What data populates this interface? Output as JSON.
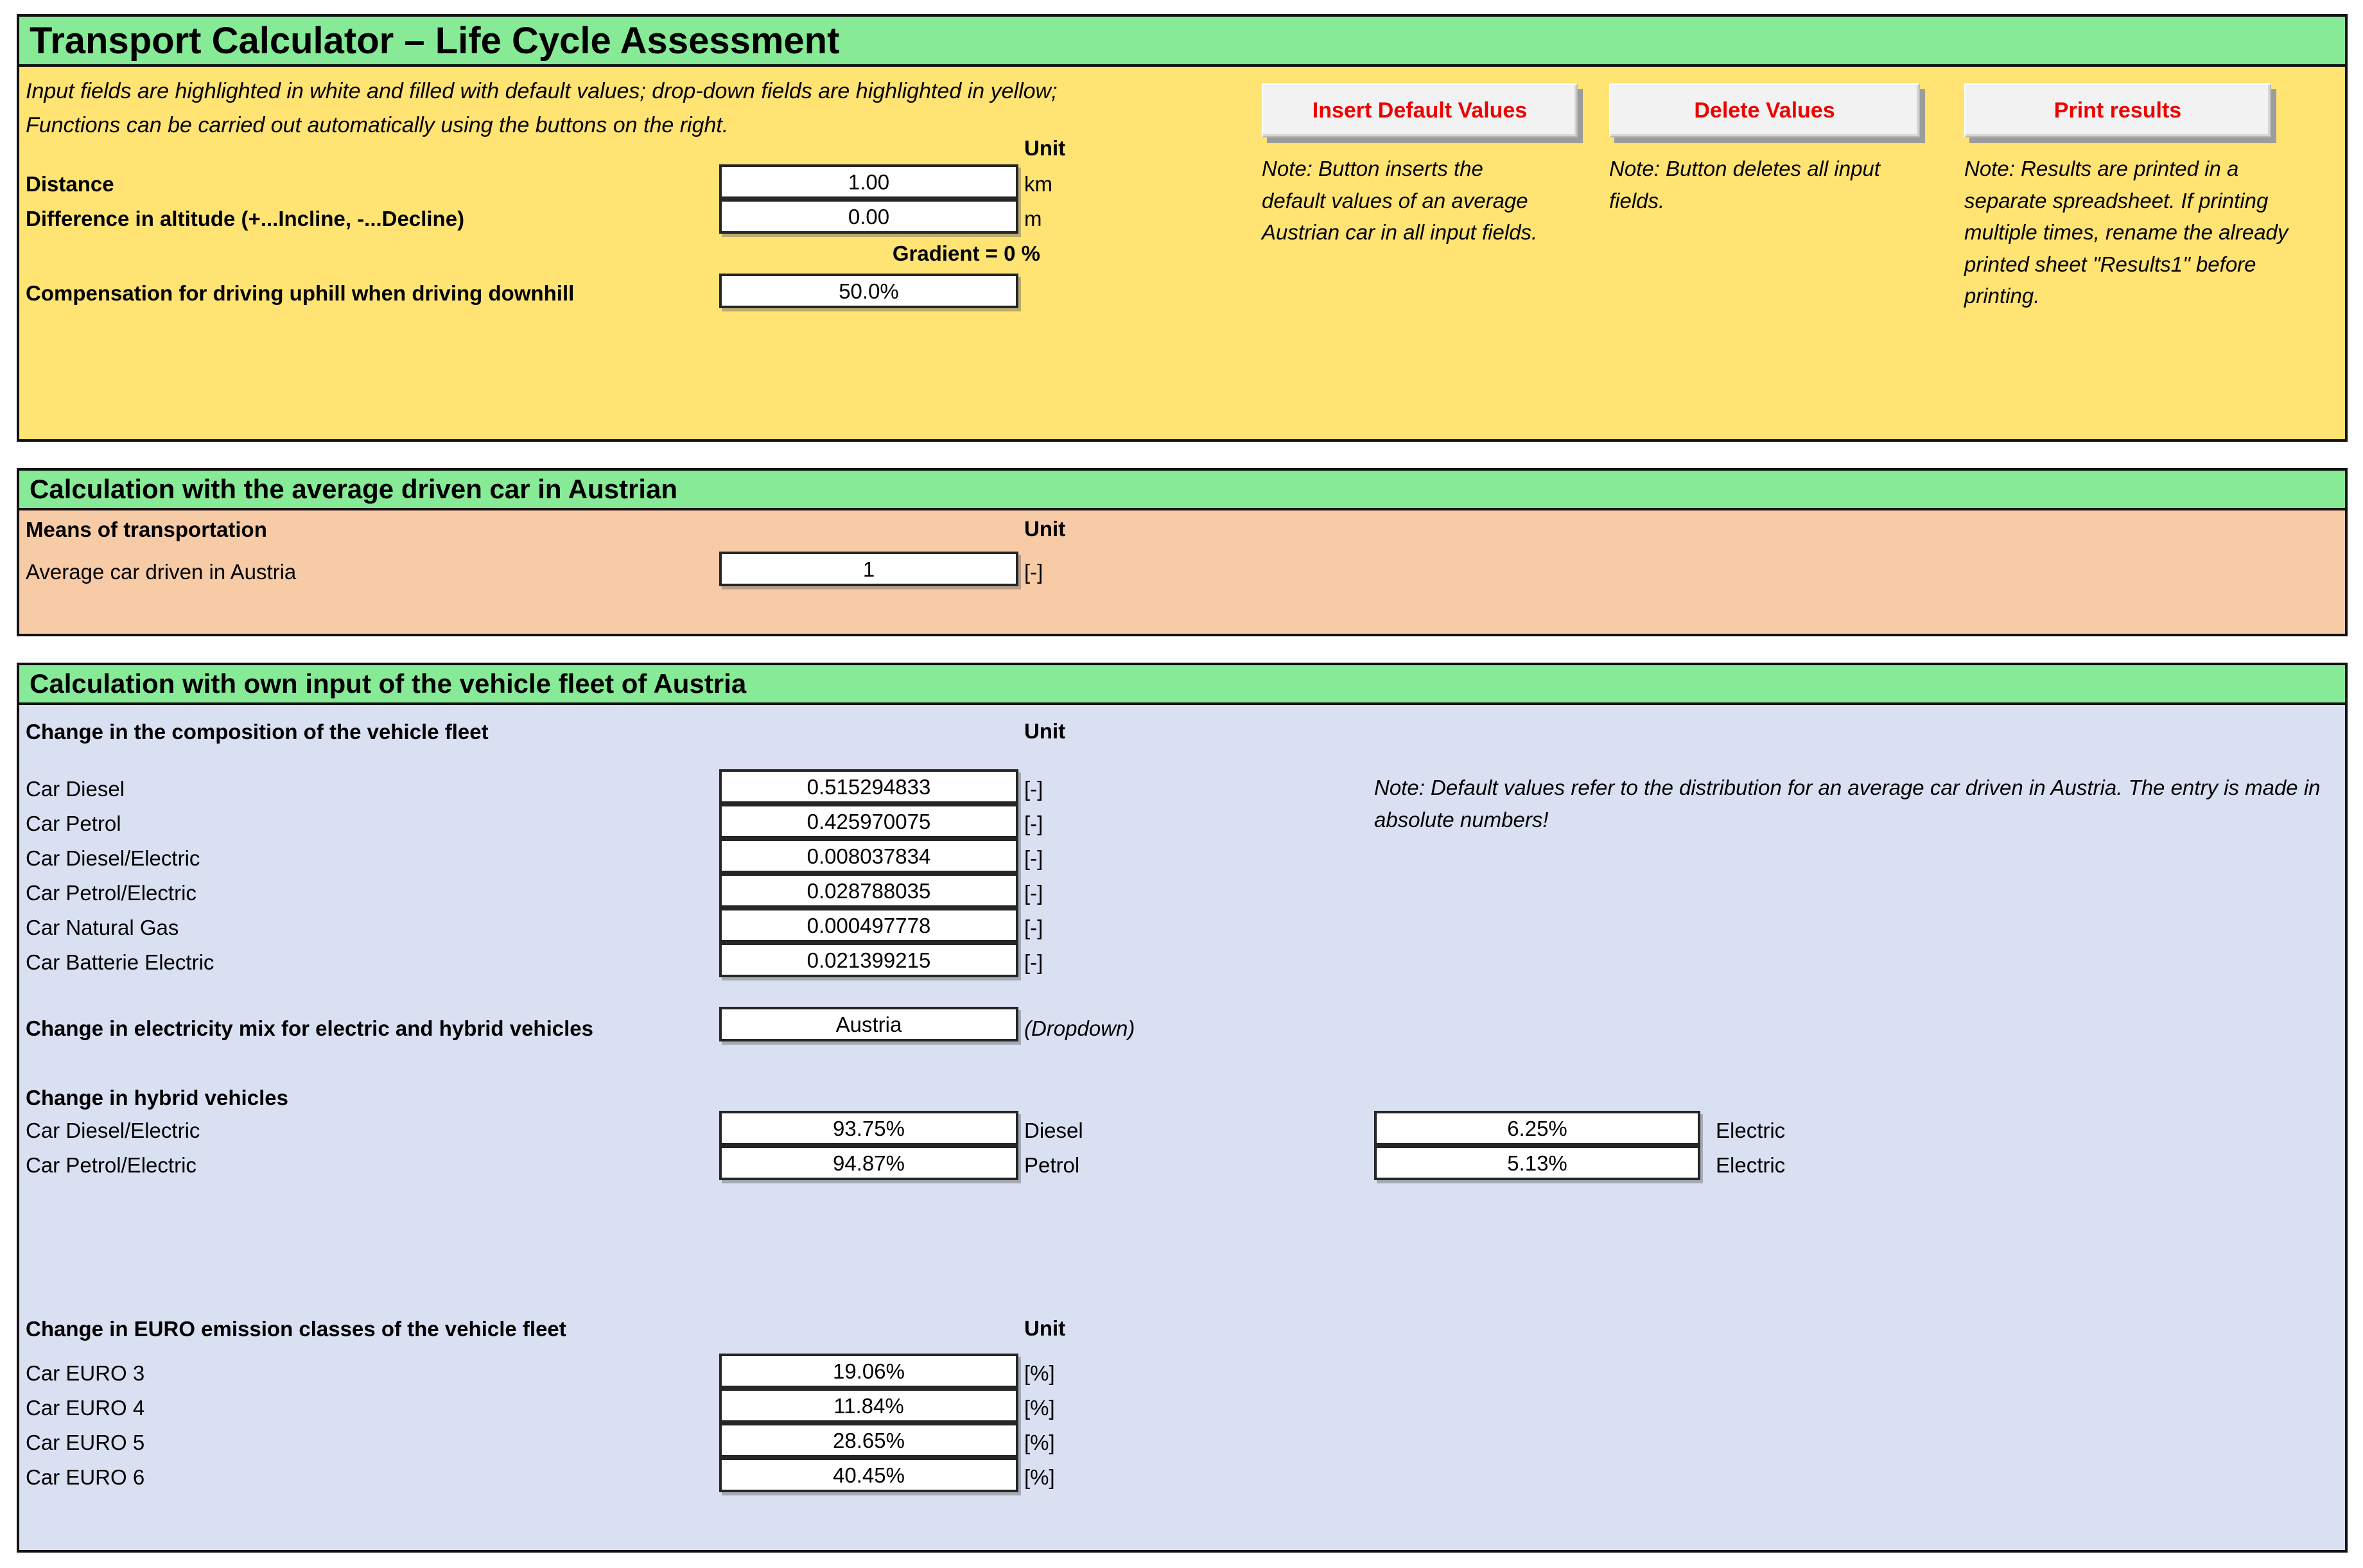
{
  "title": "Transport Calculator – Life Cycle Assessment",
  "colors": {
    "section_header_green": "#87EA96",
    "input_area_yellow": "#FFE373",
    "average_section_salmon": "#F6CBA6",
    "own_input_lavender": "#D9E0F2",
    "button_text_red": "#EE0000"
  },
  "intro": {
    "line1": "Input fields are highlighted in white and filled with default values; drop-down fields are highlighted in yellow;",
    "line2": "Functions can be carried out automatically using the buttons on the right."
  },
  "general_inputs": {
    "unit_header": "Unit",
    "rows": [
      {
        "label": "Distance",
        "value": "1.00",
        "unit": "km"
      },
      {
        "label": "Difference in altitude (+...Incline, -...Decline)",
        "value": "0.00",
        "unit": "m"
      }
    ],
    "gradient_text": "Gradient = 0 %",
    "compensation": {
      "label": "Compensation for driving uphill when driving downhill",
      "value": "50.0%"
    }
  },
  "buttons": [
    {
      "label": "Insert Default Values",
      "note": "Note: Button inserts the default values of an average Austrian car in all input fields."
    },
    {
      "label": "Delete Values",
      "note": "Note: Button deletes all input fields."
    },
    {
      "label": "Print results",
      "note": "Note: Results are printed in a separate spreadsheet. If printing multiple times, rename the already printed sheet \"Results1\" before printing."
    }
  ],
  "section_average": {
    "header": "Calculation with the average driven car in Austrian",
    "subheader": "Means of transportation",
    "unit_header": "Unit",
    "row": {
      "label": "Average car driven in Austria",
      "value": "1",
      "unit": "[-]"
    }
  },
  "section_own": {
    "header": "Calculation with own input of the vehicle fleet of Austria",
    "composition": {
      "header": "Change in the composition of the vehicle fleet",
      "unit_header": "Unit",
      "note": "Note: Default values refer to the distribution for an average car driven in Austria. The entry is made in absolute numbers!",
      "rows": [
        {
          "label": "Car Diesel",
          "value": "0.515294833",
          "unit": "[-]"
        },
        {
          "label": "Car Petrol",
          "value": "0.425970075",
          "unit": "[-]"
        },
        {
          "label": "Car Diesel/Electric",
          "value": "0.008037834",
          "unit": "[-]"
        },
        {
          "label": "Car Petrol/Electric",
          "value": "0.028788035",
          "unit": "[-]"
        },
        {
          "label": "Car Natural Gas",
          "value": "0.000497778",
          "unit": "[-]"
        },
        {
          "label": "Car Batterie Electric",
          "value": "0.021399215",
          "unit": "[-]"
        }
      ]
    },
    "electricity_mix": {
      "label": "Change in electricity mix for electric and hybrid vehicles",
      "value": "Austria",
      "hint": "(Dropdown)"
    },
    "hybrid": {
      "header": "Change in hybrid vehicles",
      "rows": [
        {
          "label": "Car Diesel/Electric",
          "share1": "93.75%",
          "fuel1": "Diesel",
          "share2": "6.25%",
          "fuel2": "Electric"
        },
        {
          "label": "Car Petrol/Electric",
          "share1": "94.87%",
          "fuel1": "Petrol",
          "share2": "5.13%",
          "fuel2": "Electric"
        }
      ]
    },
    "euro": {
      "header": "Change in EURO emission classes of the vehicle fleet",
      "unit_header": "Unit",
      "rows": [
        {
          "label": "Car EURO 3",
          "value": "19.06%",
          "unit": "[%]"
        },
        {
          "label": "Car EURO 4",
          "value": "11.84%",
          "unit": "[%]"
        },
        {
          "label": "Car EURO 5",
          "value": "28.65%",
          "unit": "[%]"
        },
        {
          "label": "Car EURO 6",
          "value": "40.45%",
          "unit": "[%]"
        }
      ]
    }
  }
}
